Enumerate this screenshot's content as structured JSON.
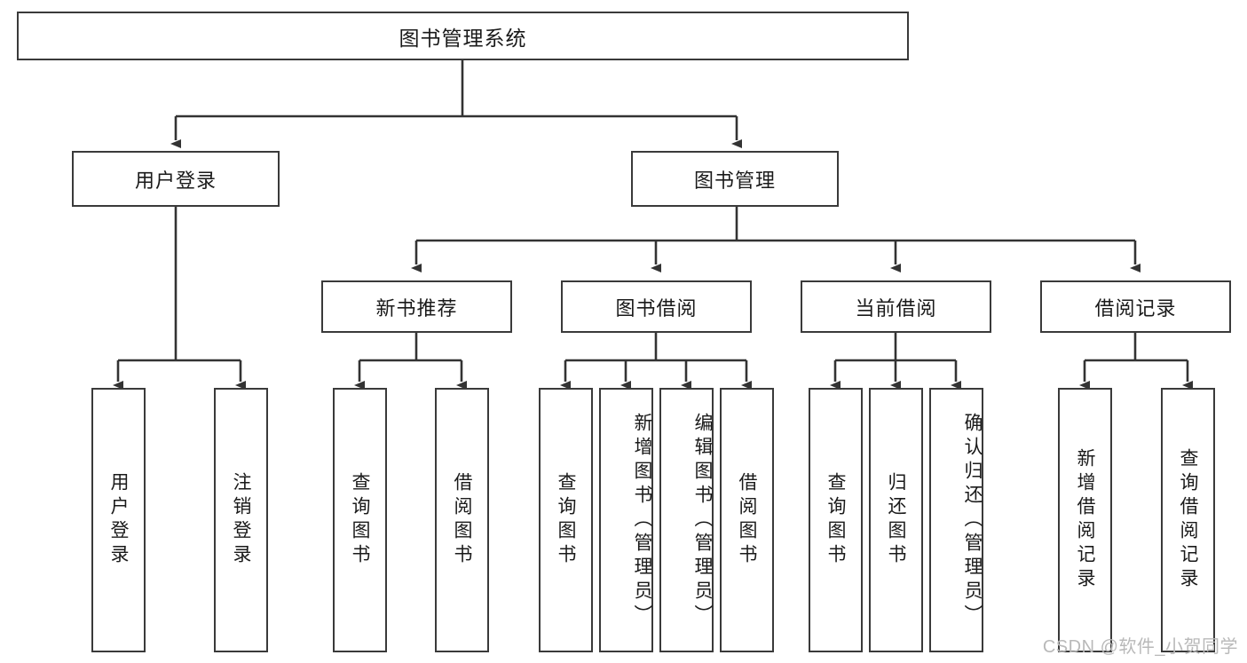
{
  "diagram": {
    "type": "tree-hierarchy",
    "title": "图书管理系统",
    "orientation": "top-down",
    "watermark": "CSDN @软件_小贺同学",
    "colors": {
      "box_border": "#3a3a3a",
      "box_fill": "#ffffff",
      "connector": "#333333",
      "text": "#1a1a1a",
      "watermark": "#b9b9b9",
      "background": "#ffffff"
    },
    "nodes": {
      "root": {
        "label": "图书管理系统",
        "level": 1
      },
      "level2": [
        {
          "id": "user-login",
          "label": "用户登录"
        },
        {
          "id": "book-manage",
          "label": "图书管理"
        }
      ],
      "level3": [
        {
          "id": "new-book-recommend",
          "label": "新书推荐",
          "parent": "book-manage"
        },
        {
          "id": "book-borrow",
          "label": "图书借阅",
          "parent": "book-manage"
        },
        {
          "id": "current-borrow",
          "label": "当前借阅",
          "parent": "book-manage"
        },
        {
          "id": "borrow-record",
          "label": "借阅记录",
          "parent": "book-manage"
        }
      ],
      "leaves": [
        {
          "id": "leaf-user-login",
          "label": "用户登录",
          "parent": "user-login"
        },
        {
          "id": "leaf-logout-login",
          "label": "注销登录",
          "parent": "user-login"
        },
        {
          "id": "leaf-query-book-1",
          "label": "查询图书",
          "parent": "new-book-recommend"
        },
        {
          "id": "leaf-borrow-book-1",
          "label": "借阅图书",
          "parent": "new-book-recommend"
        },
        {
          "id": "leaf-query-book-2",
          "label": "查询图书",
          "parent": "book-borrow"
        },
        {
          "id": "leaf-add-book",
          "label": "新增图书（管理员）",
          "parent": "book-borrow"
        },
        {
          "id": "leaf-edit-book",
          "label": "编辑图书（管理员）",
          "parent": "book-borrow"
        },
        {
          "id": "leaf-borrow-book-2",
          "label": "借阅图书",
          "parent": "book-borrow"
        },
        {
          "id": "leaf-query-book-3",
          "label": "查询图书",
          "parent": "current-borrow"
        },
        {
          "id": "leaf-return-book",
          "label": "归还图书",
          "parent": "current-borrow"
        },
        {
          "id": "leaf-confirm-return",
          "label": "确认归还（管理员）",
          "parent": "current-borrow"
        },
        {
          "id": "leaf-add-record",
          "label": "新增借阅记录",
          "parent": "borrow-record"
        },
        {
          "id": "leaf-query-record",
          "label": "查询借阅记录",
          "parent": "borrow-record"
        }
      ]
    }
  }
}
